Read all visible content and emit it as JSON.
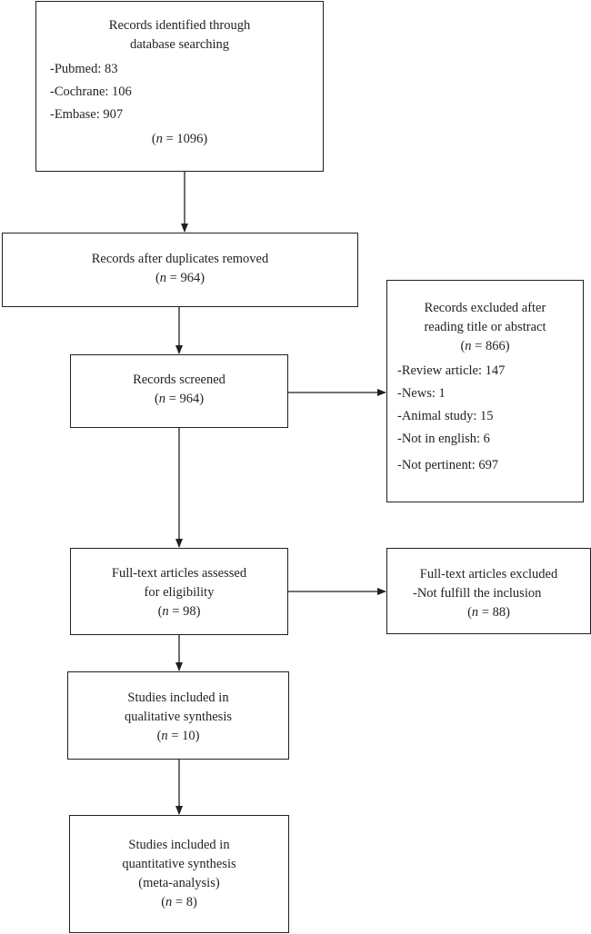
{
  "identified": {
    "title_lines": [
      "Records identified through",
      "database searching"
    ],
    "items": [
      "-Pubmed: 83",
      "-Cochrane: 106",
      "-Embase: 907"
    ],
    "n_label": "n",
    "n_value": "= 1096"
  },
  "duplicates": {
    "title": "Records after duplicates removed",
    "n_label": "n",
    "n_value": "= 964"
  },
  "screened": {
    "title": "Records screened",
    "n_label": "n",
    "n_value": "= 964"
  },
  "excluded_title_abstract": {
    "title_lines": [
      "Records excluded after",
      "reading title or abstract"
    ],
    "n_label": "n",
    "n_value": "= 866",
    "items": [
      "-Review article: 147",
      "-News: 1",
      "-Animal study: 15",
      "-Not in english: 6",
      "-Not pertinent: 697"
    ]
  },
  "fulltext_assessed": {
    "title_lines": [
      "Full-text articles assessed",
      "for eligibility"
    ],
    "n_label": "n",
    "n_value": "= 98"
  },
  "fulltext_excluded": {
    "title": "Full-text articles excluded",
    "reason": "-Not fulfill the inclusion",
    "n_label": "n",
    "n_value": "= 88"
  },
  "qualitative": {
    "title_lines": [
      "Studies included in",
      "qualitative synthesis"
    ],
    "n_label": "n",
    "n_value": "= 10"
  },
  "quantitative": {
    "title_lines": [
      "Studies included in",
      "quantitative synthesis",
      "(meta-analysis)"
    ],
    "n_label": "n",
    "n_value": "= 8"
  }
}
